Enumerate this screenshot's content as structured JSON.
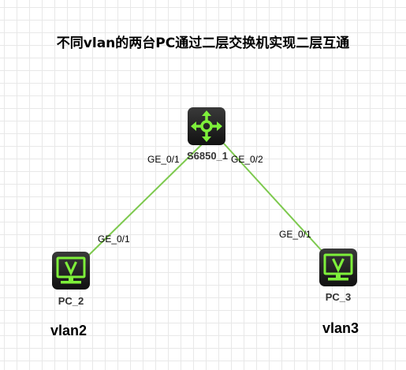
{
  "title": "不同vlan的两台PC通过二层交换机实现二层互通",
  "devices": {
    "switch": {
      "name": "S6850_1",
      "icon": "layer3-switch-icon"
    },
    "pc2": {
      "name": "PC_2",
      "icon": "pc-monitor-icon"
    },
    "pc3": {
      "name": "PC_3",
      "icon": "pc-monitor-icon"
    }
  },
  "links": [
    {
      "from": "S6850_1",
      "from_port": "GE_0/1",
      "to": "PC_2",
      "to_port": "GE_0/1"
    },
    {
      "from": "S6850_1",
      "from_port": "GE_0/2",
      "to": "PC_3",
      "to_port": "GE_0/1"
    }
  ],
  "vlans": {
    "pc2": "vlan2",
    "pc3": "vlan3"
  },
  "colors": {
    "link": "#7dc94e",
    "icon_bg": "#1c1c1c",
    "icon_fg": "#7ef03a"
  }
}
